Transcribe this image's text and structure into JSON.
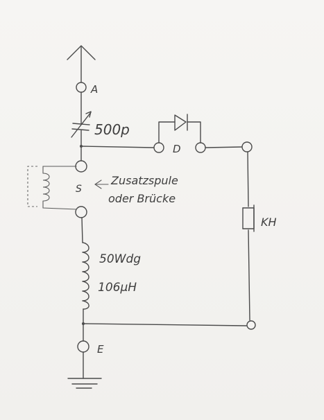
{
  "labels": {
    "terminal_a": "A",
    "capacitor": "500p",
    "diode": "D",
    "switch": "S",
    "switch_note_line1": "Zusatzspule",
    "switch_note_line2": "oder Brücke",
    "coil_turns": "50Wdg",
    "coil_inductance": "106µH",
    "headphone": "KH",
    "terminal_e": "E"
  },
  "colors": {
    "ink": "#4a4a4a",
    "paper": "#f4f3f1"
  }
}
